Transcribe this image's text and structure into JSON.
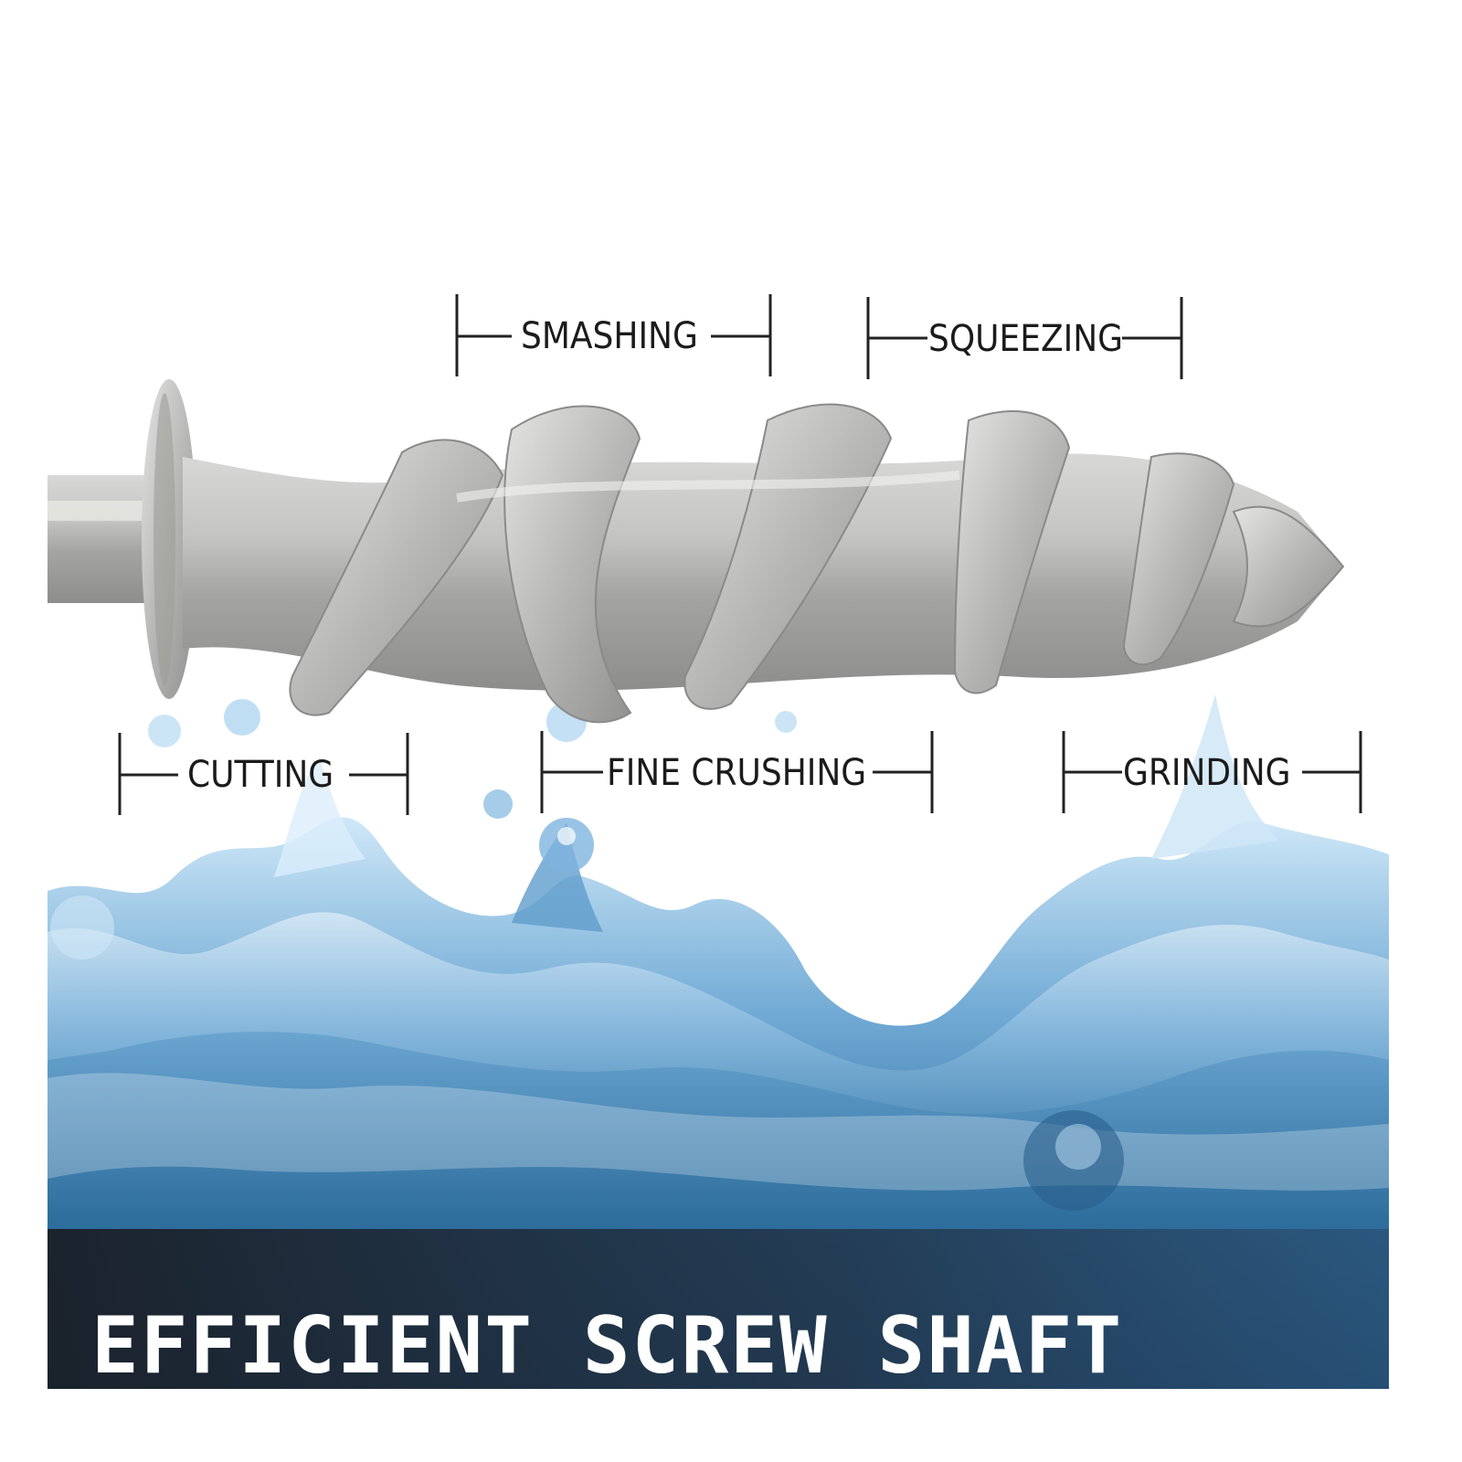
{
  "photo": {
    "subject": "stainless-steel-screw-shaft",
    "background": "water-splash",
    "colors": {
      "steel": "#b9b9b7",
      "water_dark": "#2f6f9e",
      "water_light": "#a9d3f0",
      "banner": "#1d2631"
    }
  },
  "labels": {
    "smashing": "SMASHING",
    "squeezing": "SQUEEZING",
    "cutting": "CUTTING",
    "fine_crushing": "FINE CRUSHING",
    "grinding": "GRINDING"
  },
  "banner": {
    "title": "EFFICIENT SCREW SHAFT"
  }
}
